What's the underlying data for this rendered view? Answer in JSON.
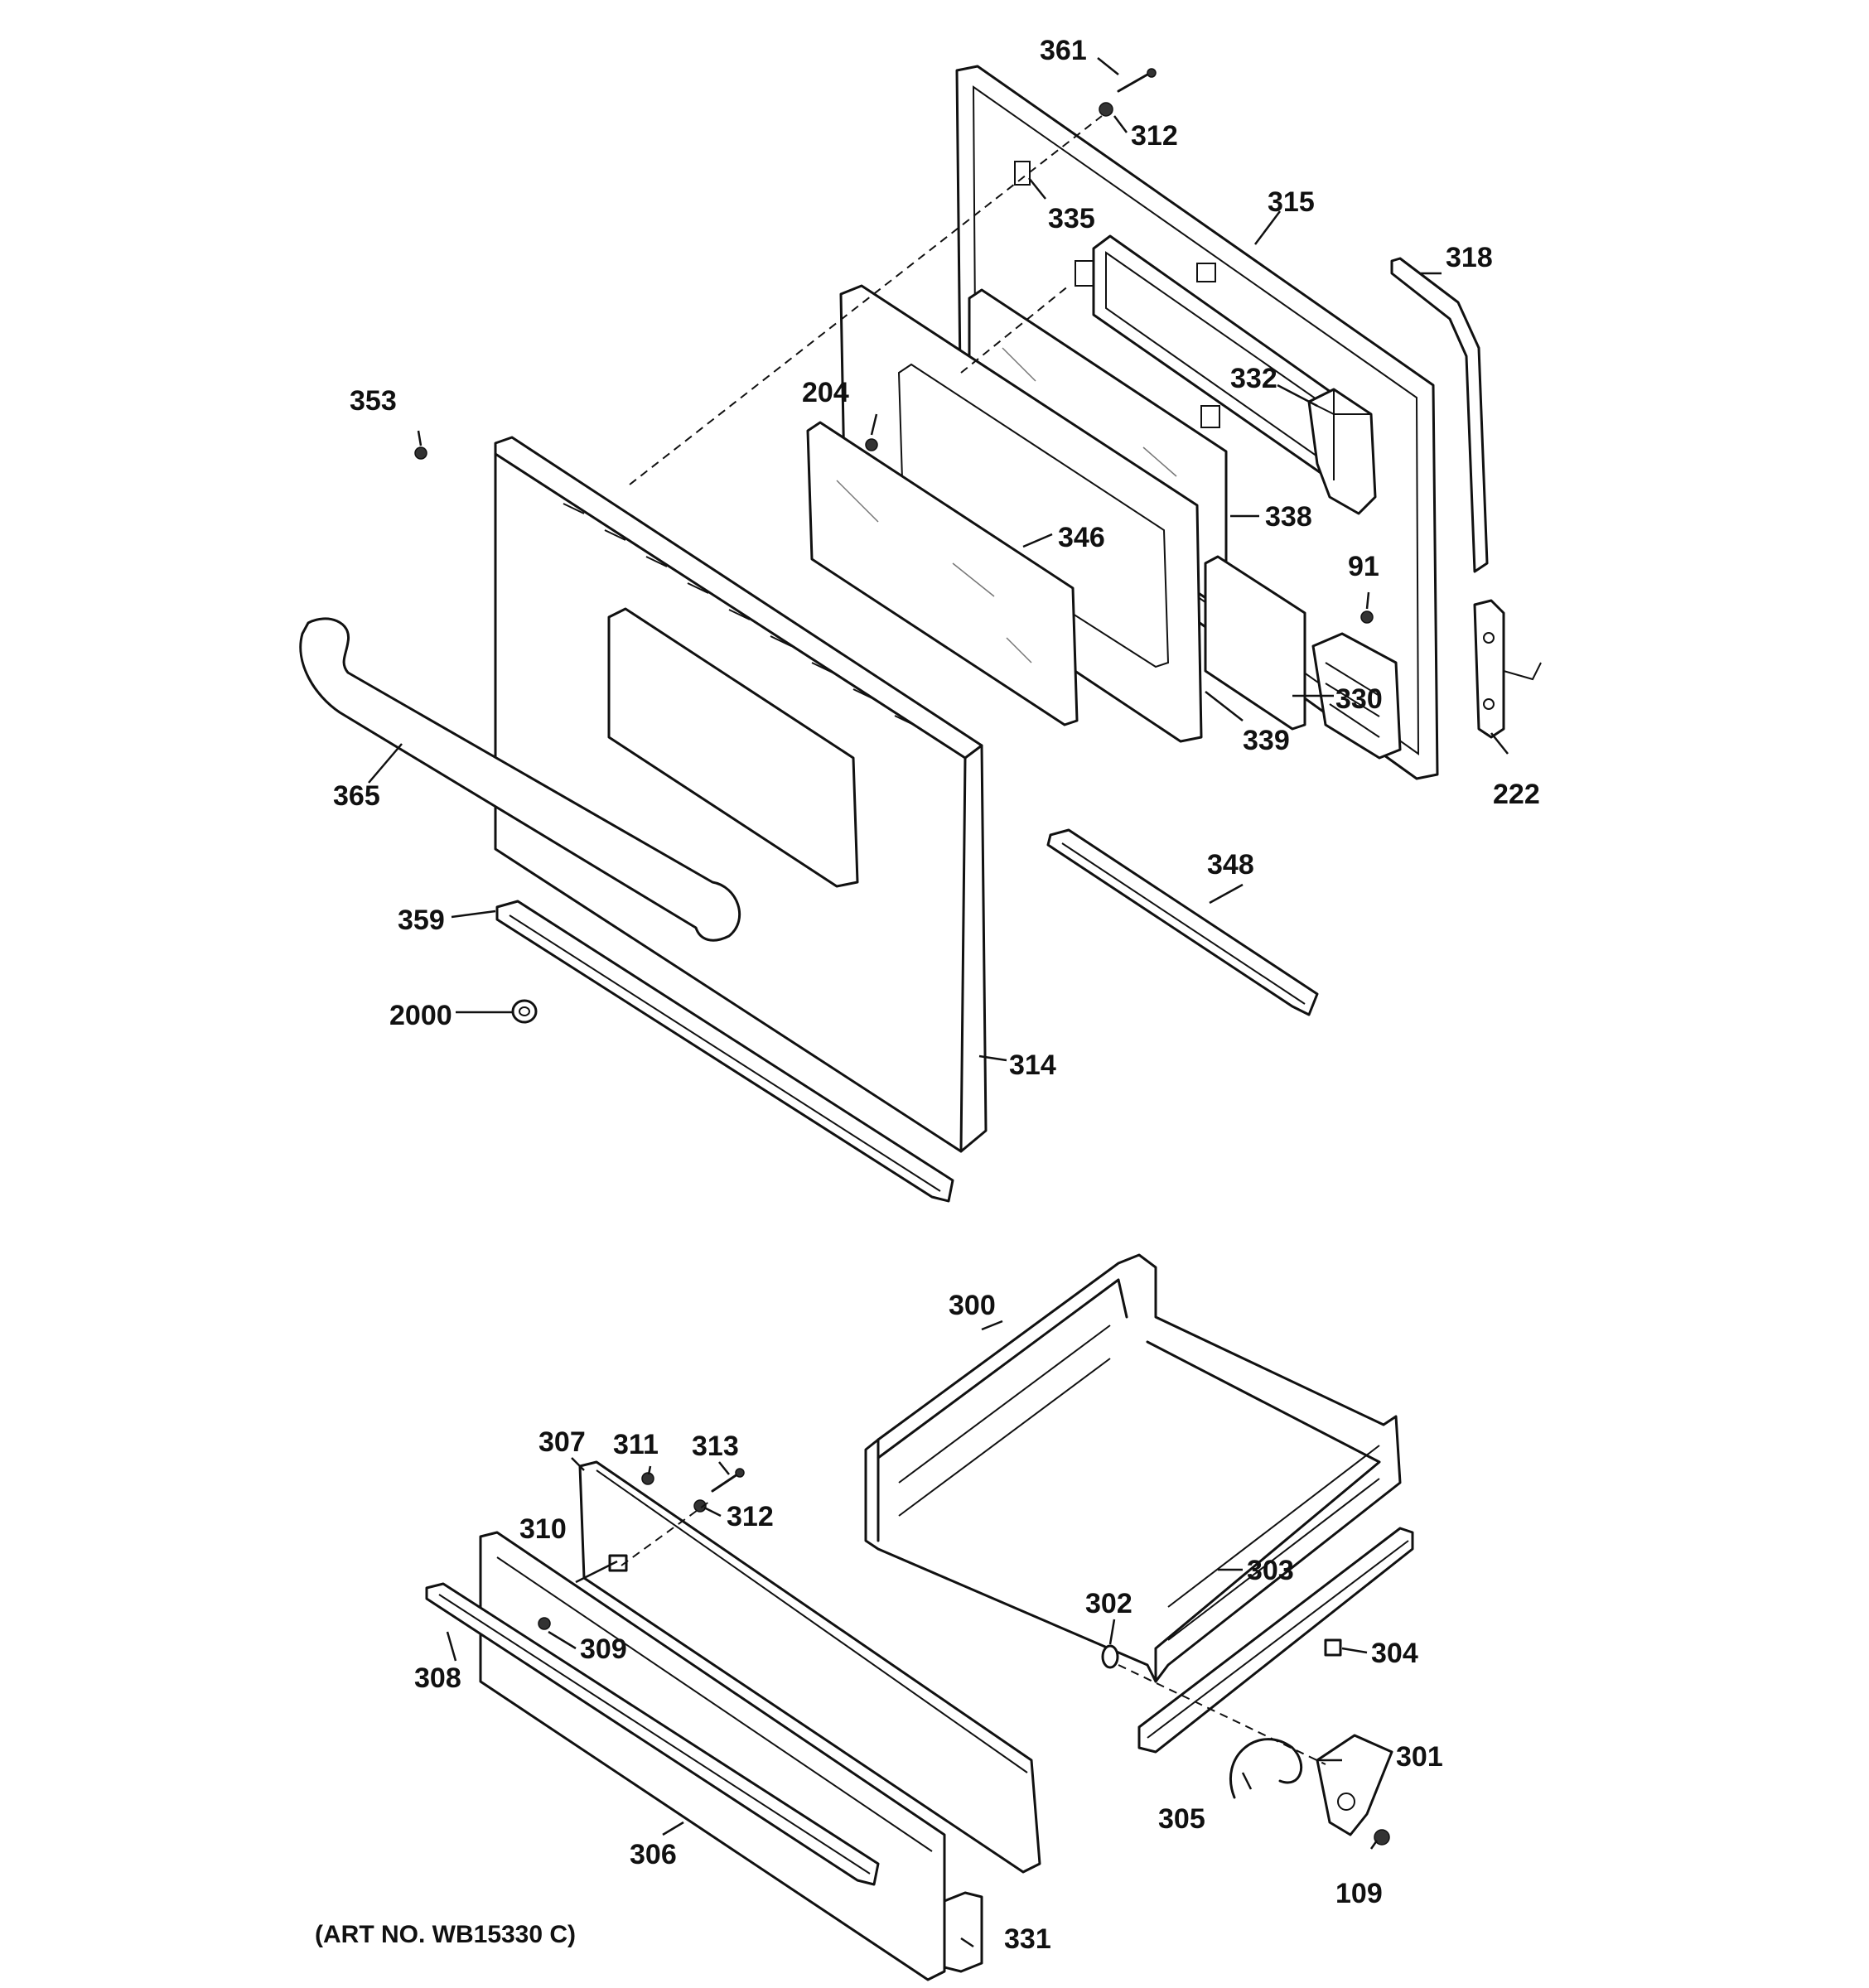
{
  "art_number": "(ART NO. WB15330 C)",
  "callouts": {
    "c361": "361",
    "c312a": "312",
    "c335": "335",
    "c315": "315",
    "c318": "318",
    "c353": "353",
    "c204": "204",
    "c332": "332",
    "c338": "338",
    "c346": "346",
    "c91": "91",
    "c330": "330",
    "c339": "339",
    "c222": "222",
    "c365": "365",
    "c348": "348",
    "c359": "359",
    "c2000": "2000",
    "c314": "314",
    "c300": "300",
    "c307": "307",
    "c311": "311",
    "c313": "313",
    "c312b": "312",
    "c310": "310",
    "c303": "303",
    "c302": "302",
    "c309": "309",
    "c304": "304",
    "c308": "308",
    "c301": "301",
    "c305": "305",
    "c306": "306",
    "c109": "109",
    "c331": "331"
  }
}
